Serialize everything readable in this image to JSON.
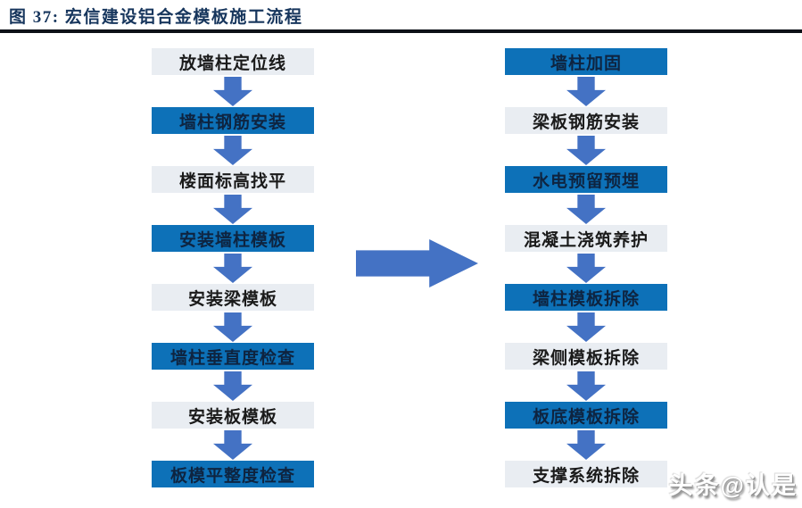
{
  "title": {
    "label": "图 37: 宏信建设铝合金模板施工流程"
  },
  "flow": {
    "left": [
      {
        "label": "放墙柱定位线",
        "variant": "light"
      },
      {
        "label": "墙柱钢筋安装",
        "variant": "blue"
      },
      {
        "label": "楼面标高找平",
        "variant": "light"
      },
      {
        "label": "安装墙柱模板",
        "variant": "blue"
      },
      {
        "label": "安装梁模板",
        "variant": "light"
      },
      {
        "label": "墙柱垂直度检查",
        "variant": "blue"
      },
      {
        "label": "安装板模板",
        "variant": "light"
      },
      {
        "label": "板模平整度检查",
        "variant": "blue"
      }
    ],
    "right": [
      {
        "label": "墙柱加固",
        "variant": "blue"
      },
      {
        "label": "梁板钢筋安装",
        "variant": "light"
      },
      {
        "label": "水电预留预埋",
        "variant": "blue"
      },
      {
        "label": "混凝土浇筑养护",
        "variant": "light"
      },
      {
        "label": "墙柱模板拆除",
        "variant": "blue"
      },
      {
        "label": "梁侧模板拆除",
        "variant": "light"
      },
      {
        "label": "板底模板拆除",
        "variant": "blue"
      },
      {
        "label": "支撑系统拆除",
        "variant": "light"
      }
    ]
  },
  "watermark": {
    "label": "头条@认是"
  },
  "colors": {
    "box_blue": "#0d71b8",
    "box_light": "#e9edf2",
    "arrow": "#4472c4",
    "title": "#17365d",
    "rule": "#0d1117",
    "text_on_blue": "#0e2440",
    "text_on_light": "#1a1a1a"
  }
}
